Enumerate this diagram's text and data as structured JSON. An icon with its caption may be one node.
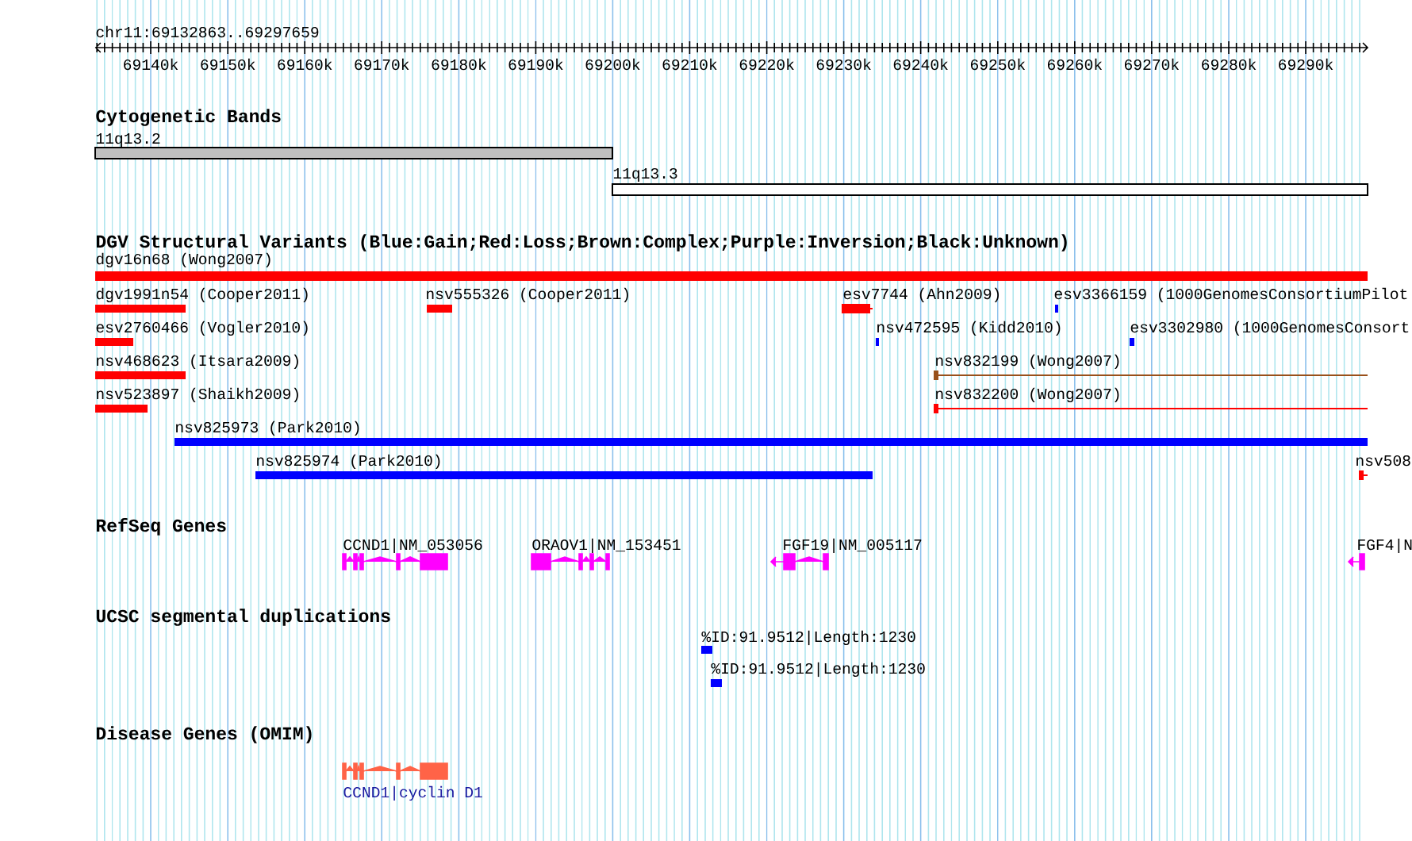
{
  "diagram": {
    "nodes": [
      {
        "text": [
          "11q13.2"
        ]
      },
      {
        "text": [
          "11q13.3"
        ]
      },
      {
        "text": [
          "dgv16n68 (Wong2007)"
        ]
      },
      {
        "text": [
          "dgv1991n54 (Cooper2011)"
        ]
      },
      {
        "text": [
          "nsv555326 (Cooper2011)"
        ]
      },
      {
        "text": [
          "esv7744 (Ahn2009)"
        ]
      },
      {
        "text": [
          "esv3366159 (1000GenomesConsortiumPilot"
        ]
      },
      {
        "text": [
          "esv2760466 (Vogler2010)"
        ]
      },
      {
        "text": [
          "nsv472595 (Kidd2010)"
        ]
      },
      {
        "text": [
          "esv3302980 (1000GenomesConsort"
        ]
      },
      {
        "text": [
          "nsv468623 (Itsara2009)"
        ]
      },
      {
        "text": [
          "nsv832199 (Wong2007)"
        ]
      },
      {
        "text": [
          "nsv523897 (Shaikh2009)"
        ]
      },
      {
        "text": [
          "nsv832200 (Wong2007)"
        ]
      },
      {
        "text": [
          "nsv825973 (Park2010)"
        ]
      },
      {
        "text": [
          "nsv825974 (Park2010)"
        ]
      },
      {
        "text": [
          "nsv508"
        ]
      },
      {
        "text": [
          "CCND1|NM_053056"
        ]
      },
      {
        "text": [
          "ORAOV1|NM_153451"
        ]
      },
      {
        "text": [
          "FGF19|NM_005117"
        ]
      },
      {
        "text": [
          "FGF4|N"
        ]
      },
      {
        "text": [
          "%ID:91.9512|Length:1230"
        ]
      },
      {
        "text": [
          "%ID:91.9512|Length:1230"
        ]
      },
      {
        "text": [
          "CCND1|cyclin D1"
        ]
      }
    ],
    "labels": [
      "chr11:69132863..69297659",
      "69140k",
      "69150k",
      "69160k",
      "69170k",
      "69180k",
      "69190k",
      "69200k",
      "69210k",
      "69220k",
      "69230k",
      "69240k",
      "69250k",
      "69260k",
      "69270k",
      "69280k",
      "69290k",
      "Cytogenetic Bands",
      "DGV Structural Variants (Blue:Gain;Red:Loss;Brown:Complex;Purple:Inversion;Black:Unknown)",
      "RefSeq Genes",
      "UCSC segmental duplications",
      "Disease Genes (OMIM)"
    ]
  }
}
